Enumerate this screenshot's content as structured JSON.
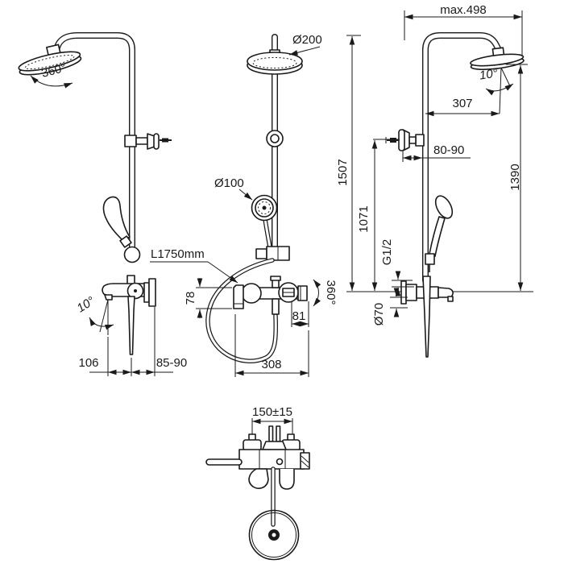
{
  "colors": {
    "line": "#1a1a1a",
    "background": "#ffffff"
  },
  "views": {
    "left_side": {
      "head_rotation": "360°",
      "spout_angle": "10°",
      "spout_reach": "106",
      "wall_distance": "85-90"
    },
    "front": {
      "head_diameter": "Ø200",
      "hand_shower_diameter": "Ø100",
      "hose_length": "L1750mm",
      "spout_height": "78",
      "handle_rotation": "360°",
      "outlet_offset": "81",
      "overall_width": "308"
    },
    "right_side": {
      "max_depth": "max.498",
      "head_tilt": "10°",
      "head_reach": "307",
      "total_height": "1507",
      "head_height": "1390",
      "bracket_height": "1071",
      "bracket_distance": "80-90",
      "connection_thread": "G1/2",
      "escutcheon_diameter": "Ø70"
    },
    "top": {
      "inlet_spacing": "150±15"
    }
  }
}
